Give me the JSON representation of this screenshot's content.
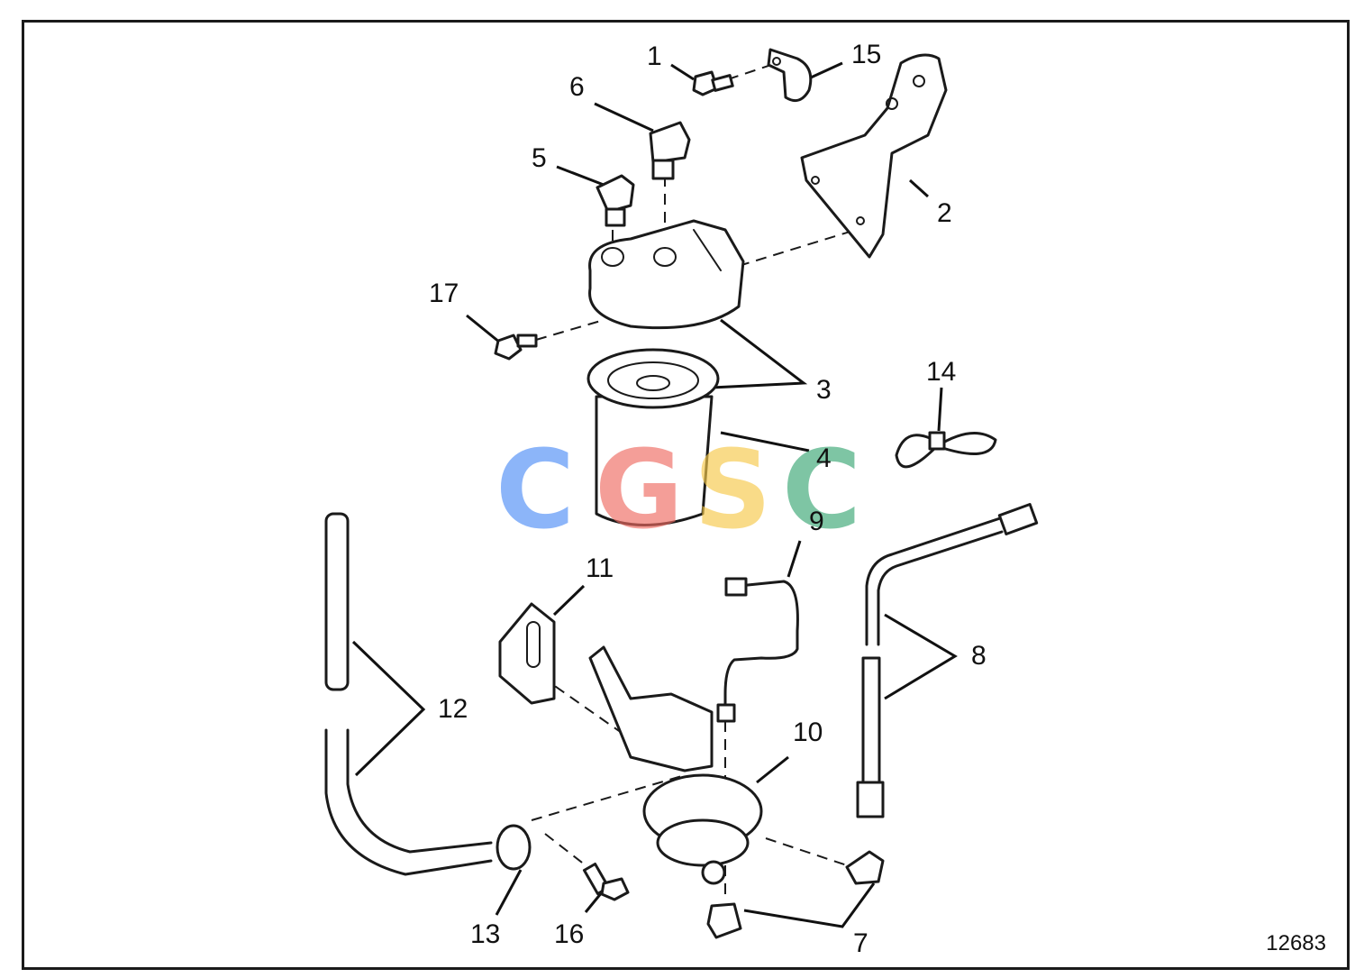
{
  "figure_number": "12683",
  "callouts": {
    "c1": "1",
    "c2": "2",
    "c3": "3",
    "c4": "4",
    "c5": "5",
    "c6": "6",
    "c7": "7",
    "c8": "8",
    "c9": "9",
    "c10": "10",
    "c11": "11",
    "c12": "12",
    "c13": "13",
    "c14": "14",
    "c15": "15",
    "c16": "16",
    "c17": "17"
  },
  "watermark": {
    "letters": [
      "C",
      "G",
      "S",
      "C"
    ],
    "colors": [
      "#4f8ef7",
      "#ef6b62",
      "#f6c94a",
      "#3aa774"
    ]
  }
}
